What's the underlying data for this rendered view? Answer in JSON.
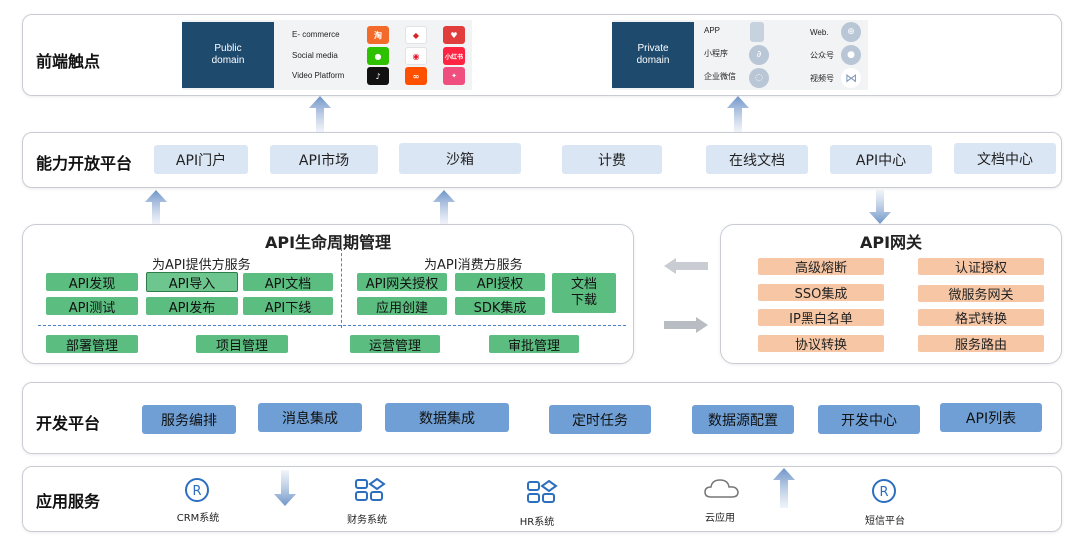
{
  "rows": {
    "frontend": "前端触点",
    "platform": "能力开放平台",
    "dev": "开发平台",
    "apps": "应用服务"
  },
  "public_domain": {
    "label": "Public\ndomain",
    "channels": [
      "E- commerce",
      "Social media",
      "Video Platform"
    ]
  },
  "private_domain": {
    "label": "Private\ndomain",
    "left_items": [
      "APP",
      "小程序",
      "企业微信"
    ],
    "right_items": [
      "Web.",
      "公众号",
      "视频号"
    ]
  },
  "platform_items": [
    "API门户",
    "API市场",
    "沙箱",
    "计费",
    "在线文档",
    "API中心",
    "文档中心"
  ],
  "lifecycle": {
    "title": "API生命周期管理",
    "provider_title": "为API提供方服务",
    "consumer_title": "为API消费方服务",
    "provider_items": [
      "API发现",
      "API导入",
      "API文档",
      "API测试",
      "API发布",
      "API下线"
    ],
    "consumer_items": [
      "API网关授权",
      "API授权",
      "应用创建",
      "SDK集成"
    ],
    "doc_download": "文档\n下载",
    "bottom_items": [
      "部署管理",
      "项目管理",
      "运营管理",
      "审批管理"
    ]
  },
  "gateway": {
    "title": "API网关",
    "left_items": [
      "高级熔断",
      "SSO集成",
      "IP黑白名单",
      "协议转换"
    ],
    "right_items": [
      "认证授权",
      "微服务网关",
      "格式转换",
      "服务路由"
    ]
  },
  "dev_items": [
    "服务编排",
    "消息集成",
    "数据集成",
    "定时任务",
    "数据源配置",
    "开发中心",
    "API列表"
  ],
  "app_items": [
    {
      "label": "CRM系统",
      "icon": "registered-icon"
    },
    {
      "label": "财务系统",
      "icon": "modules-icon"
    },
    {
      "label": "HR系统",
      "icon": "modules-icon"
    },
    {
      "label": "云应用",
      "icon": "cloud-icon"
    },
    {
      "label": "短信平台",
      "icon": "registered-icon"
    }
  ],
  "colors": {
    "navy": "#1e4a6e",
    "pill": "#dbe6f5",
    "green": "#5bbd80",
    "orange": "#f7c7a5",
    "blue": "#6f9fd4",
    "icon_blue": "#2c6fbf"
  }
}
